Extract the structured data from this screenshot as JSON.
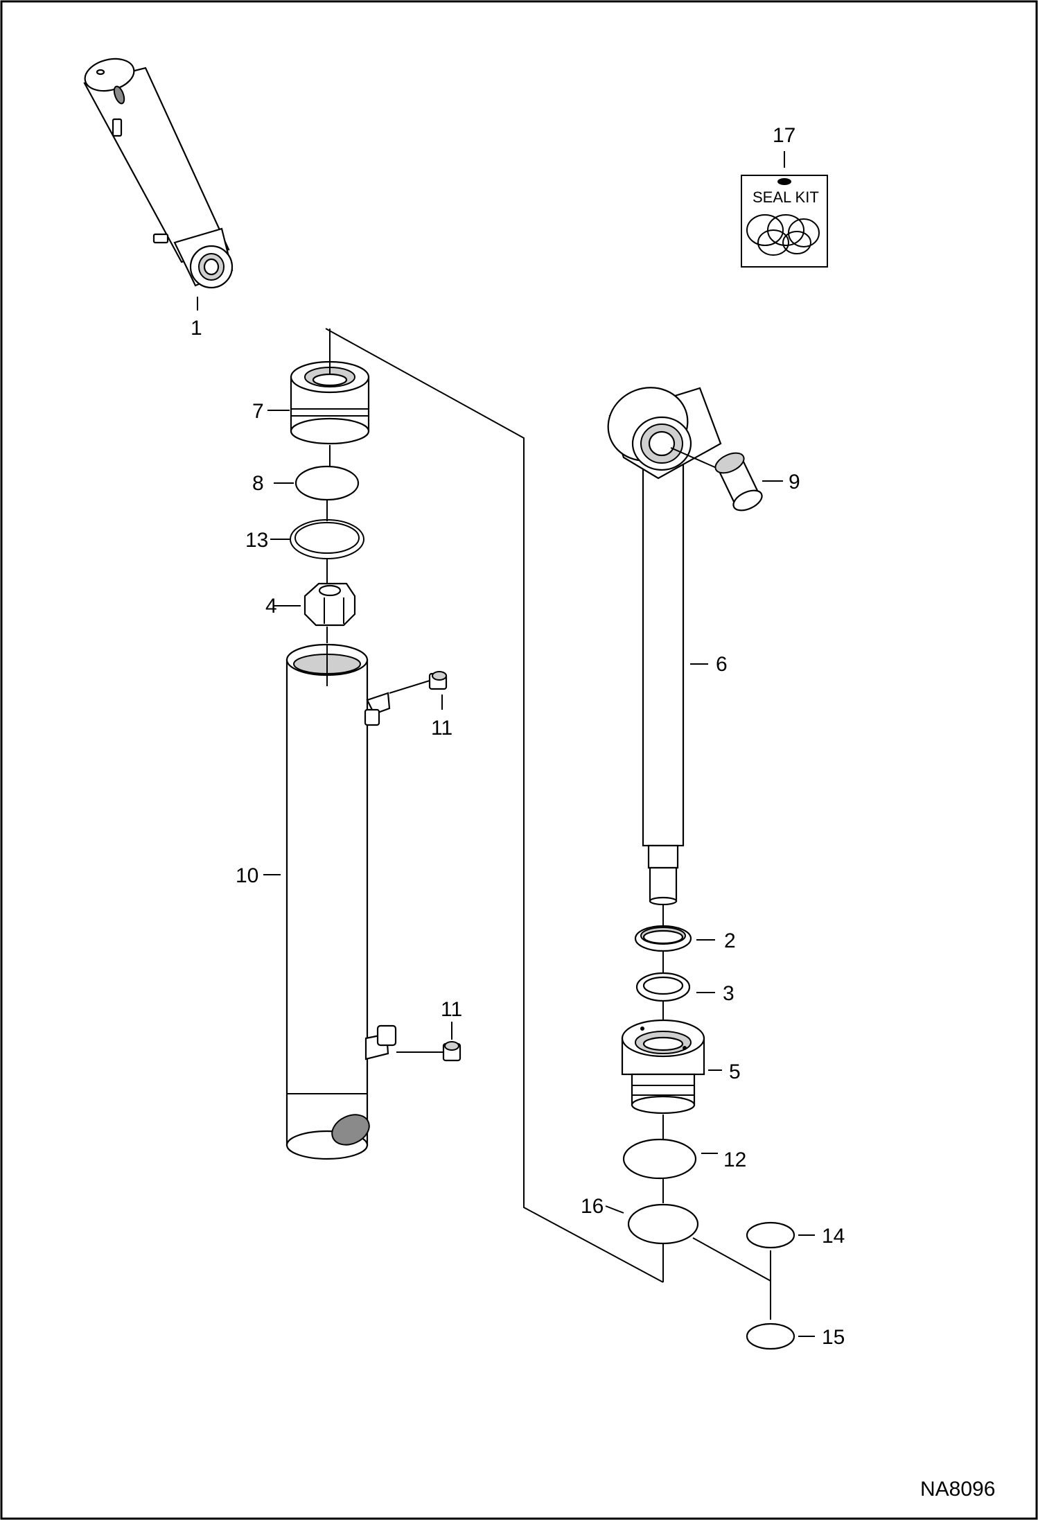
{
  "diagram": {
    "reference_code": "NA8096",
    "seal_kit_label": "SEAL KIT",
    "callouts": {
      "c1": "1",
      "c2": "2",
      "c3": "3",
      "c4": "4",
      "c5": "5",
      "c6": "6",
      "c7": "7",
      "c8": "8",
      "c9": "9",
      "c10": "10",
      "c11a": "11",
      "c11b": "11",
      "c12": "12",
      "c13": "13",
      "c14": "14",
      "c15": "15",
      "c16": "16",
      "c17": "17"
    }
  }
}
